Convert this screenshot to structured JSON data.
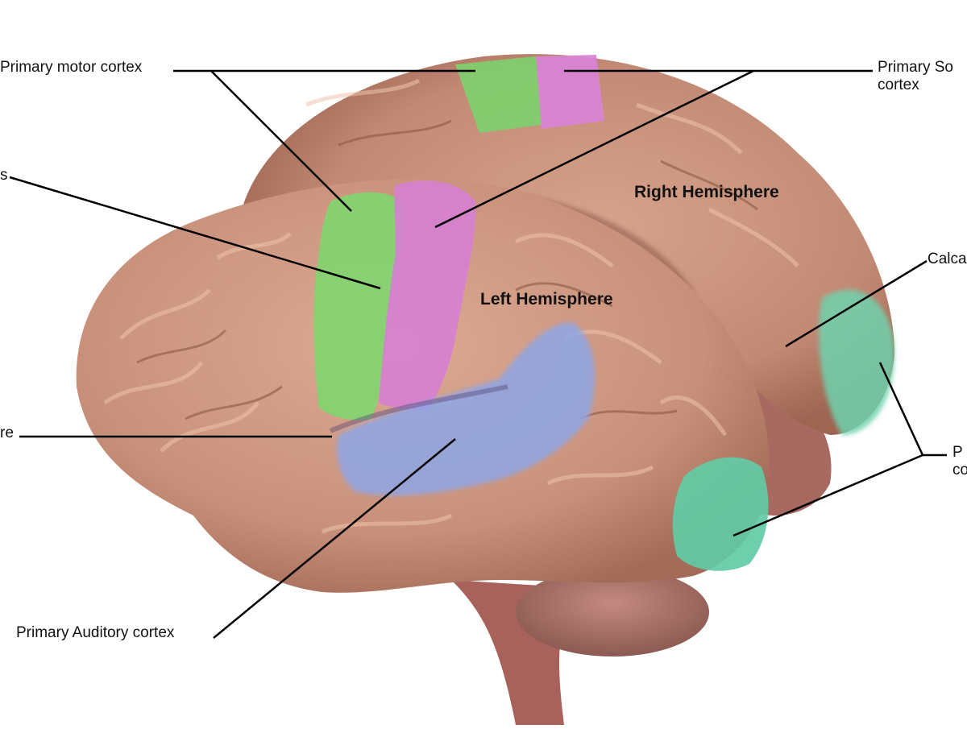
{
  "labels": {
    "primary_motor": "Primary motor cortex",
    "primary_somatosensory_1": "Primary So",
    "primary_somatosensory_2": "cortex",
    "central_sulcus_fragment": "s",
    "lateral_fissure_fragment": "re",
    "calcarine_fragment": "Calca",
    "primary_visual_1": "P",
    "primary_visual_2": "co",
    "primary_auditory": "Primary Auditory cortex",
    "right_hemisphere": "Right Hemisphere",
    "left_hemisphere": "Left Hemisphere"
  },
  "colors": {
    "cortex": "#c9917a",
    "cortex_shadow": "#a86a58",
    "motor": "#7ad06a",
    "somatosensory": "#d57fd4",
    "auditory": "#8fa5e6",
    "visual": "#5fcfa8",
    "cerebellum": "#b57a70",
    "brainstem": "#9a5e58"
  }
}
